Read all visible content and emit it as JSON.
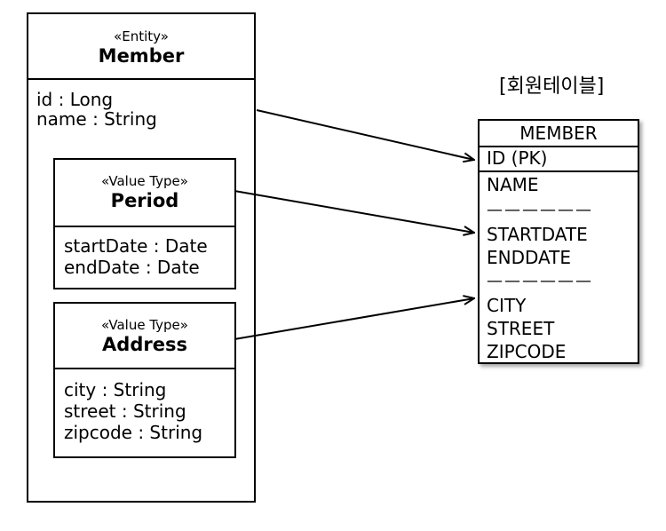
{
  "entity": {
    "stereotype": "«Entity»",
    "name": "Member",
    "attributes": [
      "id : Long",
      "name : String"
    ]
  },
  "period": {
    "stereotype": "«Value Type»",
    "name": "Period",
    "attributes": [
      "startDate : Date",
      "endDate : Date"
    ]
  },
  "address": {
    "stereotype": "«Value Type»",
    "name": "Address",
    "attributes": [
      "city : String",
      "street : String",
      "zipcode : String"
    ]
  },
  "table": {
    "caption": "[회원테이블]",
    "name": "MEMBER",
    "pk": "ID (PK)",
    "col_name": "NAME",
    "separator": "——————",
    "period_cols": [
      "STARTDATE",
      "ENDDATE"
    ],
    "address_cols": [
      "CITY",
      "STREET",
      "ZIPCODE"
    ]
  }
}
